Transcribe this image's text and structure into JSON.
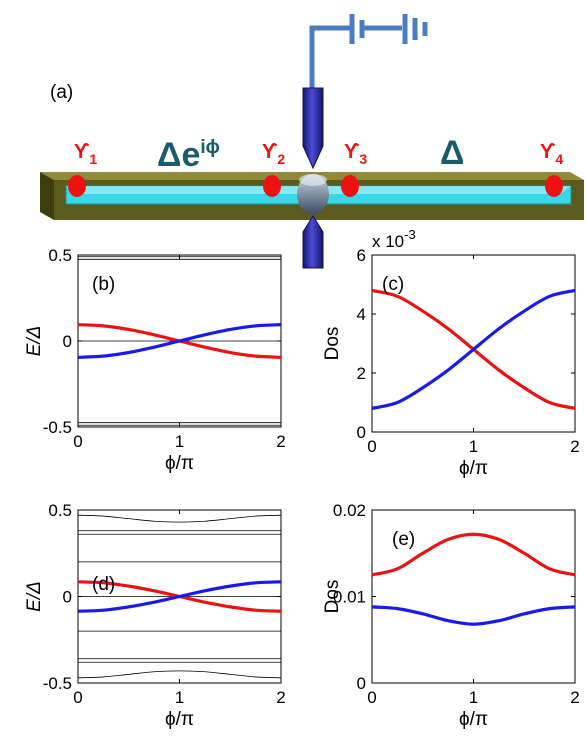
{
  "schematic": {
    "panel_label": "(a)",
    "left_gap_label": "Δe",
    "left_gap_exponent": "iϕ",
    "right_gap_label": "Δ",
    "majoranas": [
      {
        "symbol": "ϒ",
        "sub": "1"
      },
      {
        "symbol": "ϒ",
        "sub": "2"
      },
      {
        "symbol": "ϒ",
        "sub": "3"
      },
      {
        "symbol": "ϒ",
        "sub": "4"
      }
    ]
  },
  "colors": {
    "red": "#ee1111",
    "blue": "#1a1aee",
    "wire": "#38d8e8",
    "substrate": "#5c5a1c",
    "gate": "#2c2c9c",
    "circuit": "#4a7cc4"
  },
  "chart_data": [
    {
      "id": "b",
      "type": "line",
      "panel_label": "(b)",
      "xlabel": "ϕ/π",
      "ylabel": "E/Δ",
      "xlim": [
        0,
        2
      ],
      "ylim": [
        -0.5,
        0.5
      ],
      "xticks": [
        "0",
        "1",
        "2"
      ],
      "yticks": [
        "-0.5",
        "0",
        "0.5"
      ],
      "x": [
        0,
        0.25,
        0.5,
        0.75,
        1,
        1.25,
        1.5,
        1.75,
        2
      ],
      "series": [
        {
          "color": "red",
          "values": [
            0.095,
            0.088,
            0.067,
            0.036,
            0.0,
            -0.036,
            -0.067,
            -0.088,
            -0.095
          ]
        },
        {
          "color": "blue",
          "values": [
            -0.095,
            -0.088,
            -0.067,
            -0.036,
            0.0,
            0.036,
            0.067,
            0.088,
            0.095
          ]
        },
        {
          "color": "black",
          "values": [
            0.0,
            0.0,
            0.0,
            0.0,
            0.0,
            0.0,
            0.0,
            0.0,
            0.0
          ]
        },
        {
          "color": "black",
          "values": [
            0.49,
            0.49,
            0.49,
            0.49,
            0.49,
            0.49,
            0.49,
            0.49,
            0.49
          ]
        },
        {
          "color": "black",
          "values": [
            0.475,
            0.475,
            0.475,
            0.475,
            0.475,
            0.475,
            0.475,
            0.475,
            0.475
          ]
        },
        {
          "color": "black",
          "values": [
            -0.475,
            -0.475,
            -0.475,
            -0.475,
            -0.475,
            -0.475,
            -0.475,
            -0.475,
            -0.475
          ]
        },
        {
          "color": "black",
          "values": [
            -0.49,
            -0.49,
            -0.49,
            -0.49,
            -0.49,
            -0.49,
            -0.49,
            -0.49,
            -0.49
          ]
        }
      ]
    },
    {
      "id": "c",
      "type": "line",
      "panel_label": "(c)",
      "xlabel": "ϕ/π",
      "ylabel": "Dos",
      "yscale_label": "x 10",
      "yscale_exponent": "-3",
      "xlim": [
        0,
        2
      ],
      "ylim": [
        0,
        6
      ],
      "xticks": [
        "0",
        "1",
        "2"
      ],
      "yticks": [
        "0",
        "2",
        "4",
        "6"
      ],
      "x": [
        0,
        0.25,
        0.5,
        0.75,
        1,
        1.25,
        1.5,
        1.75,
        2
      ],
      "series": [
        {
          "color": "red",
          "values": [
            4.8,
            4.6,
            4.1,
            3.5,
            2.8,
            2.1,
            1.5,
            1.0,
            0.8
          ]
        },
        {
          "color": "blue",
          "values": [
            0.8,
            1.0,
            1.5,
            2.1,
            2.8,
            3.5,
            4.1,
            4.6,
            4.8
          ]
        }
      ]
    },
    {
      "id": "d",
      "type": "line",
      "panel_label": "(d)",
      "xlabel": "ϕ/π",
      "ylabel": "E/Δ",
      "xlim": [
        0,
        2
      ],
      "ylim": [
        -0.5,
        0.5
      ],
      "xticks": [
        "0",
        "1",
        "2"
      ],
      "yticks": [
        "-0.5",
        "0",
        "0.5"
      ],
      "x": [
        0,
        0.25,
        0.5,
        0.75,
        1,
        1.25,
        1.5,
        1.75,
        2
      ],
      "series": [
        {
          "color": "red",
          "values": [
            0.085,
            0.079,
            0.06,
            0.033,
            0.0,
            -0.033,
            -0.06,
            -0.079,
            -0.085
          ]
        },
        {
          "color": "blue",
          "values": [
            -0.085,
            -0.079,
            -0.06,
            -0.033,
            0.0,
            0.033,
            0.06,
            0.079,
            0.085
          ]
        },
        {
          "color": "black",
          "values": [
            0.0,
            0.0,
            0.0,
            0.0,
            0.0,
            0.0,
            0.0,
            0.0,
            0.0
          ]
        },
        {
          "color": "black",
          "values": [
            0.47,
            0.465,
            0.45,
            0.435,
            0.43,
            0.435,
            0.45,
            0.465,
            0.47
          ]
        },
        {
          "color": "black",
          "values": [
            0.38,
            0.38,
            0.38,
            0.38,
            0.38,
            0.38,
            0.38,
            0.38,
            0.38
          ]
        },
        {
          "color": "black",
          "values": [
            0.36,
            0.36,
            0.36,
            0.36,
            0.36,
            0.36,
            0.36,
            0.36,
            0.36
          ]
        },
        {
          "color": "black",
          "values": [
            0.2,
            0.2,
            0.2,
            0.2,
            0.2,
            0.2,
            0.2,
            0.2,
            0.2
          ]
        },
        {
          "color": "black",
          "values": [
            -0.2,
            -0.2,
            -0.2,
            -0.2,
            -0.2,
            -0.2,
            -0.2,
            -0.2,
            -0.2
          ]
        },
        {
          "color": "black",
          "values": [
            -0.36,
            -0.36,
            -0.36,
            -0.36,
            -0.36,
            -0.36,
            -0.36,
            -0.36,
            -0.36
          ]
        },
        {
          "color": "black",
          "values": [
            -0.38,
            -0.38,
            -0.38,
            -0.38,
            -0.38,
            -0.38,
            -0.38,
            -0.38,
            -0.38
          ]
        },
        {
          "color": "black",
          "values": [
            -0.47,
            -0.465,
            -0.45,
            -0.435,
            -0.43,
            -0.435,
            -0.45,
            -0.465,
            -0.47
          ]
        }
      ]
    },
    {
      "id": "e",
      "type": "line",
      "panel_label": "(e)",
      "xlabel": "ϕ/π",
      "ylabel": "Dos",
      "xlim": [
        0,
        2
      ],
      "ylim": [
        0,
        0.02
      ],
      "xticks": [
        "0",
        "1",
        "2"
      ],
      "yticks": [
        "0",
        "0.01",
        "0.02"
      ],
      "x": [
        0,
        0.25,
        0.5,
        0.75,
        1,
        1.25,
        1.5,
        1.75,
        2
      ],
      "series": [
        {
          "color": "red",
          "values": [
            0.0125,
            0.0132,
            0.015,
            0.0166,
            0.0172,
            0.0166,
            0.015,
            0.0132,
            0.0125
          ]
        },
        {
          "color": "blue",
          "values": [
            0.0088,
            0.0086,
            0.008,
            0.0072,
            0.0068,
            0.0072,
            0.008,
            0.0086,
            0.0088
          ]
        }
      ]
    }
  ]
}
